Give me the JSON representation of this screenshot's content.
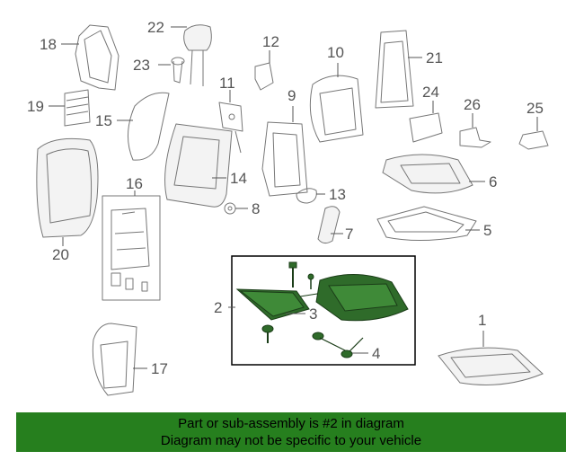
{
  "callouts": {
    "c1": "1",
    "c2": "2",
    "c3": "3",
    "c4": "4",
    "c5": "5",
    "c6": "6",
    "c7": "7",
    "c8": "8",
    "c9": "9",
    "c10": "10",
    "c11": "11",
    "c12": "12",
    "c13": "13",
    "c14": "14",
    "c15": "15",
    "c16": "16",
    "c17": "17",
    "c18": "18",
    "c19": "19",
    "c20": "20",
    "c21": "21",
    "c22": "22",
    "c23": "23",
    "c24": "24",
    "c25": "25",
    "c26": "26"
  },
  "highlight_color": "#267f1e",
  "footer": {
    "line1": "Part or sub-assembly is #2 in diagram",
    "line2": "Diagram may not be specific to your vehicle"
  }
}
